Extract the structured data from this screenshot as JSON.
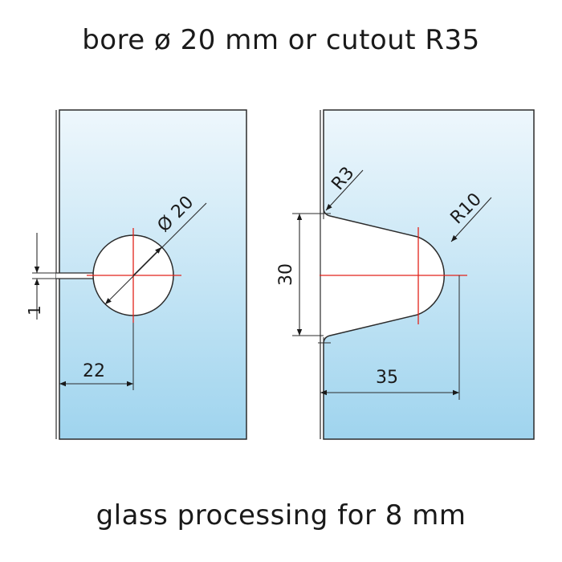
{
  "captions": {
    "top": "bore ø 20 mm or cutout R35",
    "bottom": "glass processing for 8 mm"
  },
  "left_panel": {
    "dimensions": {
      "diameter": "Ø 20",
      "edge_distance": "22",
      "gap": "1"
    }
  },
  "right_panel": {
    "dimensions": {
      "corner_radius": "R3",
      "cutout_radius": "R10",
      "height": "30",
      "depth": "35"
    }
  },
  "colors": {
    "glass_top": "#eef7fc",
    "glass_bottom": "#9fd4ee",
    "outline": "#2b2b2b",
    "centerline": "#e2231a"
  }
}
